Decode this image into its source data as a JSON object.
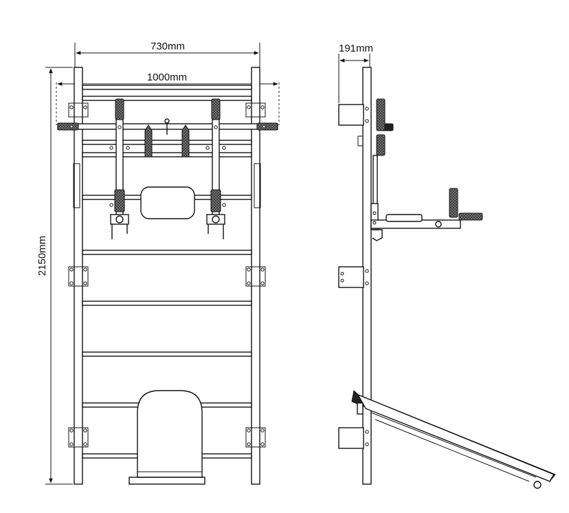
{
  "dimensions": {
    "inner_width": "730mm",
    "outer_width": "1000mm",
    "depth": "191mm",
    "height": "2150mm"
  },
  "views": {
    "front": "front-view",
    "side": "side-view"
  }
}
